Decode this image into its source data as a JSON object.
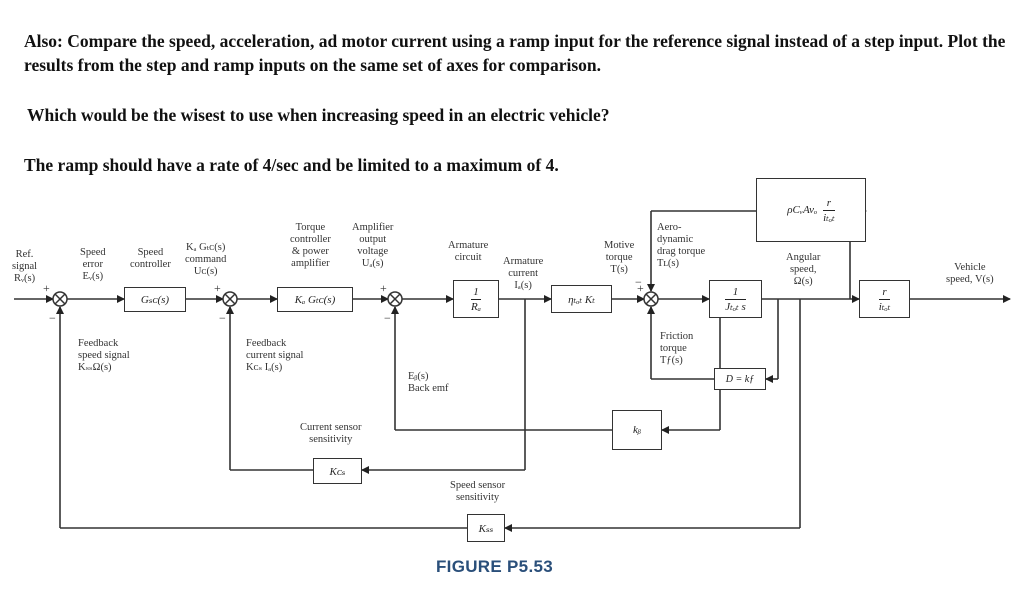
{
  "question": {
    "line1": "Also: Compare the speed, acceleration, ad motor current using a ramp input for the reference signal instead of a step input. Plot the results from the step and ramp inputs on the same set of axes for comparison.",
    "line2": "Which would be the wisest to use when increasing speed in an electric vehicle?",
    "line3": "The ramp should have a rate of 4/sec and be limited to a maximum of 4."
  },
  "diagram": {
    "input": [
      "Ref.",
      "signal",
      "Rᵥ(s)"
    ],
    "speed_error": [
      "Speed",
      "error",
      "Eᵥ(s)"
    ],
    "speed_controller": [
      "Speed",
      "controller"
    ],
    "command": [
      "Kₐ Gₜᴄ(s)",
      "command",
      "Uᴄ(s)"
    ],
    "torque_controller": [
      "Torque",
      "controller",
      "& power",
      "amplifier"
    ],
    "amp_output": [
      "Amplifier",
      "output",
      "voltage",
      "Uₐ(s)"
    ],
    "armature_circuit": [
      "Armature",
      "circuit"
    ],
    "armature_current": [
      "Armature",
      "current",
      "Iₐ(s)"
    ],
    "motive_torque": [
      "Motive",
      "torque",
      "T(s)"
    ],
    "aero_drag": [
      "Aero-",
      "dynamic",
      "drag torque",
      "Tʟ(s)"
    ],
    "angular_speed": [
      "Angular",
      "speed,",
      "Ω(s)"
    ],
    "output": [
      "Vehicle",
      "speed, V(s)"
    ],
    "feedback_speed": [
      "Feedback",
      "speed signal",
      "KₛₛΩ(s)"
    ],
    "feedback_current": [
      "Feedback",
      "current signal",
      "Kᴄₛ Iₐ(s)"
    ],
    "back_emf": [
      "Eᵦ(s)",
      "Back emf"
    ],
    "friction": [
      "Friction",
      "torque",
      "Tƒ(s)"
    ],
    "current_sensor": [
      "Current sensor",
      "sensitivity"
    ],
    "speed_sensor": [
      "Speed sensor",
      "sensitivity"
    ],
    "blocks": {
      "gsc": "Gₛᴄ(s)",
      "katc": "Kₐ Gₜᴄ(s)",
      "arm_num": "1",
      "arm_den": "Rₐ",
      "motor": "ηₜₒₜ Kₜ",
      "inertia_num": "1",
      "inertia_den": "Jₜₒₜ s",
      "gear_num": "r",
      "gear_den": "iₜₒₜ",
      "aero": "ρCᵥAvₒ",
      "aero_num": "r",
      "aero_den": "iₜₒₜ",
      "kb": "kᵦ",
      "friction_block": "D = kƒ",
      "kcs": "Kᴄₛ",
      "kss": "Kₛₛ"
    },
    "signs": {
      "plus": "+",
      "minus": "−"
    },
    "caption": "FIGURE P5.53"
  }
}
